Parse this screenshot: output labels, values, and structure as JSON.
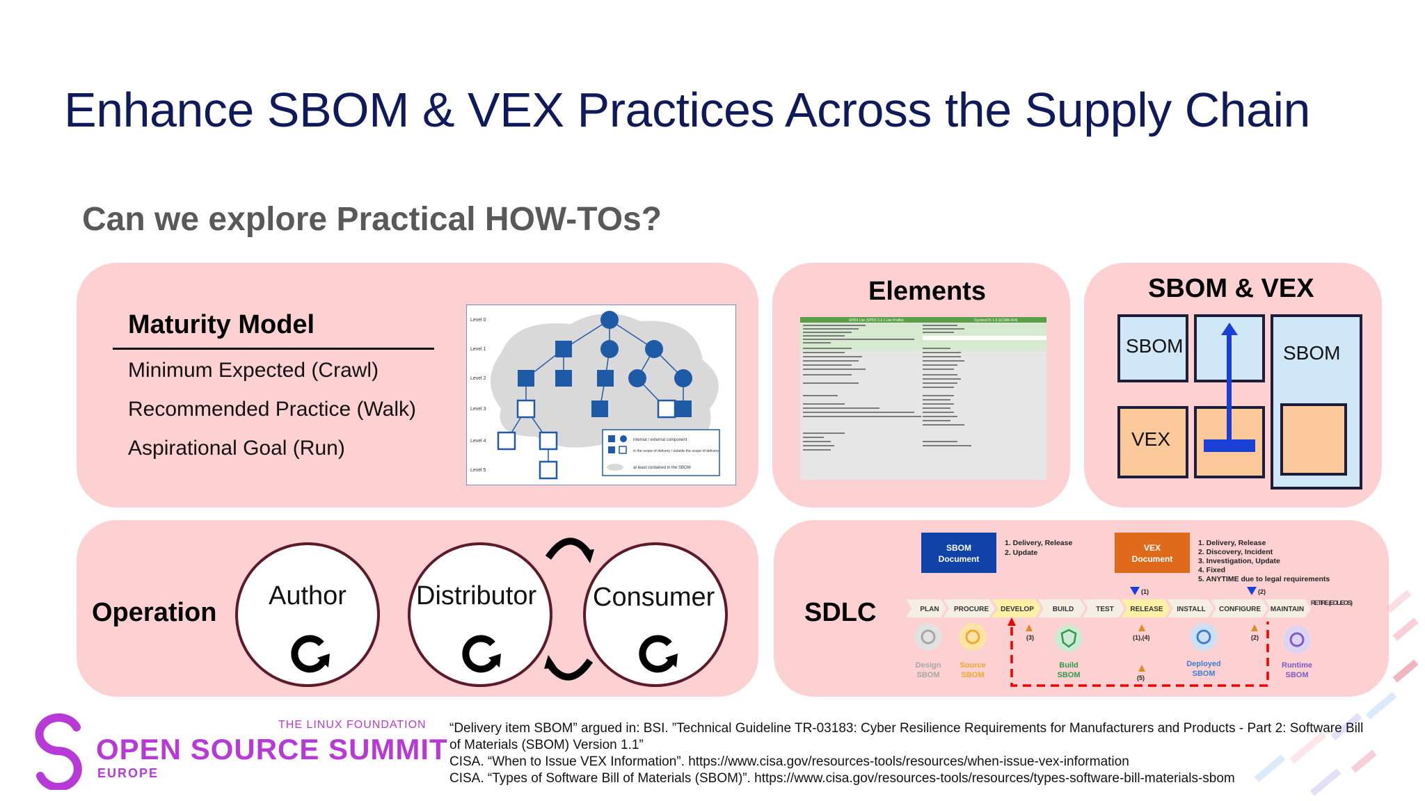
{
  "slide": {
    "title": "Enhance SBOM & VEX Practices Across the Supply Chain",
    "subtitle": "Can we explore Practical HOW-TOs?"
  },
  "maturity": {
    "heading": "Maturity Model",
    "items": [
      "Minimum Expected (Crawl)",
      "Recommended Practice (Walk)",
      "Aspirational Goal (Run)"
    ],
    "diagram": {
      "levels": [
        "Level 0",
        "Level 1",
        "Level 2",
        "Level 3",
        "Level 4",
        "Level 5"
      ],
      "legend": [
        "internal / external component",
        "in the scope of delivery / outside the scope of delivery",
        "at least contained in the SBOM"
      ]
    }
  },
  "elements": {
    "heading": "Elements",
    "header_left": "SPDX Lite (SPDX 2.3.1 Lite Profile)",
    "header_right": "CycloneDX 1.6 (ECMA-424)"
  },
  "sbomvex": {
    "heading": "SBOM & VEX",
    "sbom_label": "SBOM",
    "vex_label": "VEX",
    "sbom_large_label": "SBOM"
  },
  "operation": {
    "label": "Operation",
    "roles": [
      "Author",
      "Distributor",
      "Consumer"
    ]
  },
  "sdlc": {
    "label": "SDLC",
    "sbom_doc": "SBOM Document",
    "vex_doc": "VEX Document",
    "sbom_notes": [
      "1. Delivery, Release",
      "2. Update"
    ],
    "vex_notes": [
      "1. Delivery, Release",
      "2. Discovery, Incident",
      "3. Investigation, Update",
      "4. Fixed",
      "5. ANYTIME due to legal requirements"
    ],
    "stages": [
      "PLAN",
      "PROCURE",
      "DEVELOP",
      "BUILD",
      "TEST",
      "RELEASE",
      "INSTALL",
      "CONFIGURE",
      "MAINTAIN",
      "RETIRE (EOL/EOS)"
    ],
    "sbom_types": [
      {
        "label": "Design SBOM",
        "color": "#a6a6a6"
      },
      {
        "label": "Source SBOM",
        "color": "#f0a830"
      },
      {
        "label": "Build SBOM",
        "color": "#2e9b4a"
      },
      {
        "label": "Deployed SBOM",
        "color": "#3b7fd0"
      },
      {
        "label": "Runtime SBOM",
        "color": "#7a5cc7"
      }
    ],
    "markers": [
      "(1)",
      "(2)",
      "(3)",
      "(1),(4)",
      "(2)",
      "(5)"
    ]
  },
  "branding": {
    "foundation": "THE LINUX FOUNDATION",
    "summit": "OPEN SOURCE SUMMIT",
    "region": "EUROPE",
    "accent": "#b83ad6"
  },
  "references": [
    "“Delivery item SBOM” argued in: BSI. ”Technical Guideline TR-03183: Cyber Resilience Requirements for Manufacturers and Products - Part 2: Software Bill",
    "of Materials (SBOM) Version 1.1”",
    "CISA. “When to Issue VEX Information”. https://www.cisa.gov/resources-tools/resources/when-issue-vex-information",
    "CISA. “Types of Software Bill of Materials (SBOM)”. https://www.cisa.gov/resources-tools/resources/types-software-bill-materials-sbom"
  ]
}
